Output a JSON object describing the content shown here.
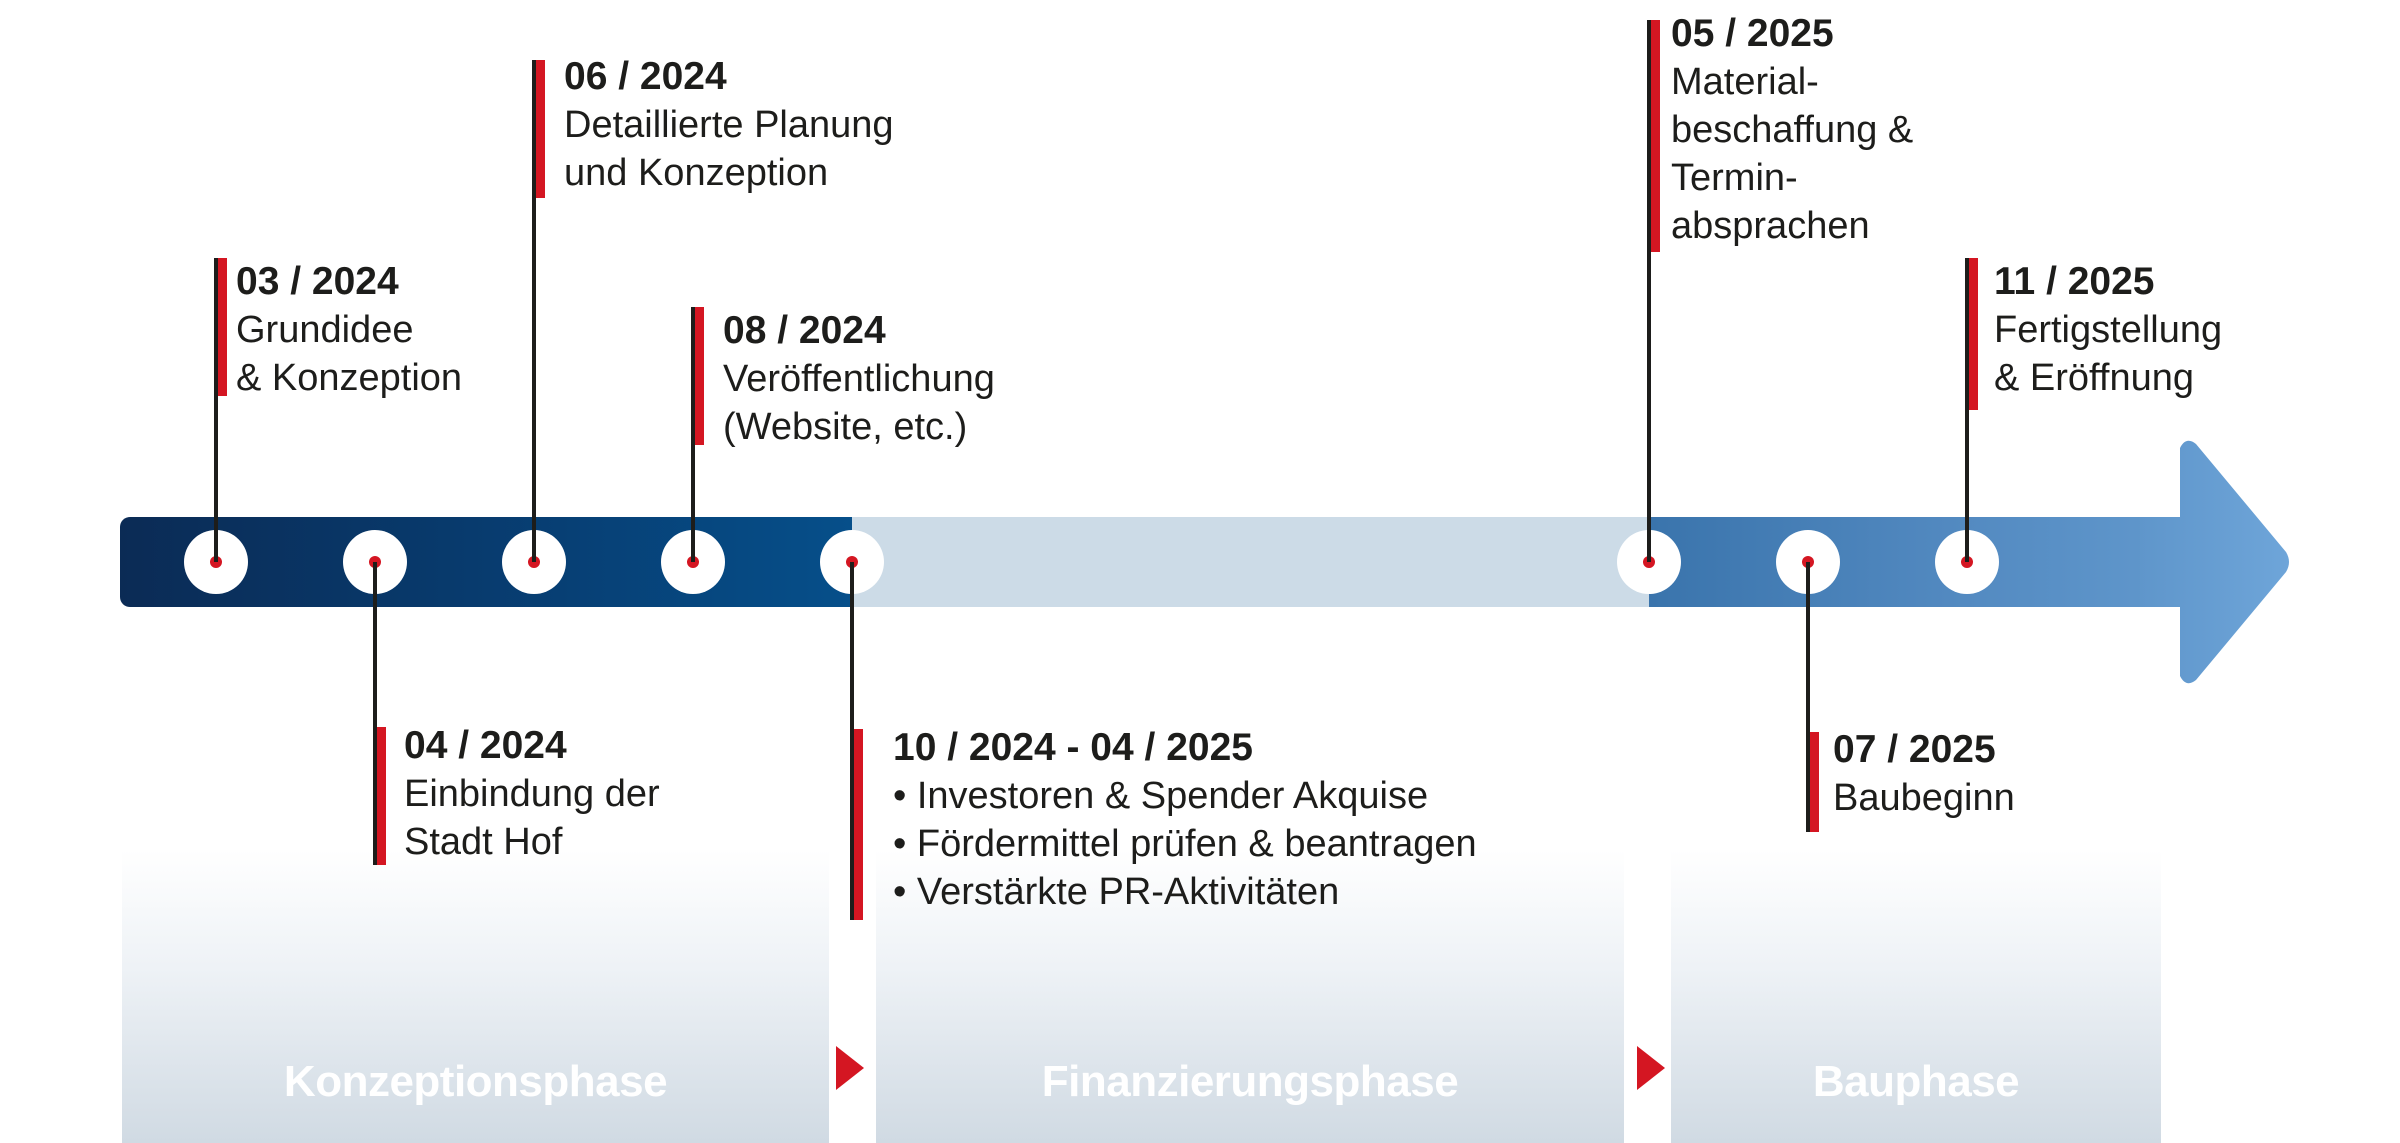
{
  "milestones": [
    {
      "date": "03 / 2024",
      "lines": [
        "Grundidee",
        "& Konzeption"
      ]
    },
    {
      "date": "04 / 2024",
      "lines": [
        "Einbindung der",
        "Stadt Hof"
      ]
    },
    {
      "date": "06 / 2024",
      "lines": [
        "Detaillierte Planung",
        "und Konzeption"
      ]
    },
    {
      "date": "08 / 2024",
      "lines": [
        "Veröffentlichung",
        "(Website, etc.)"
      ]
    },
    {
      "date": "10 / 2024 - 04 / 2025",
      "lines": [
        "• Investoren & Spender Akquise",
        "• Fördermittel prüfen & beantragen",
        "• Verstärkte PR-Aktivitäten"
      ]
    },
    {
      "date": "05 / 2025",
      "lines": [
        "Material-",
        "beschaffung &",
        "Termin-",
        "absprachen"
      ]
    },
    {
      "date": "07 / 2025",
      "lines": [
        "Baubeginn"
      ]
    },
    {
      "date": "11 / 2025",
      "lines": [
        "Fertigstellung",
        "& Eröffnung"
      ]
    }
  ],
  "phases": [
    {
      "name": "Konzeptionsphase"
    },
    {
      "name": "Finanzierungsphase"
    },
    {
      "name": "Bauphase"
    }
  ],
  "colors": {
    "accent_red": "#d41622",
    "bar_dark": "#073f74",
    "bar_light": "#ccdbe7",
    "bar_blue": "#5289c0",
    "arrow": "#6aa1d5"
  }
}
